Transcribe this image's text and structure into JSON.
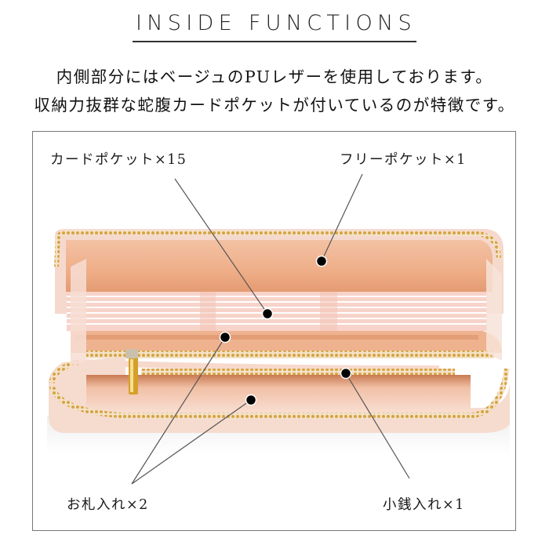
{
  "header": {
    "title": "INSIDE FUNCTIONS"
  },
  "intro": {
    "line1": "内側部分にはベージュのPUレザーを使用しております。",
    "line2": "収納力抜群な蛇腹カードポケットが付いているのが特徴です。"
  },
  "callouts": [
    {
      "id": "card-pocket",
      "label": "カードポケット×15"
    },
    {
      "id": "free-pocket",
      "label": "フリーポケット×1"
    },
    {
      "id": "bill-compartment",
      "label": "お札入れ×2"
    },
    {
      "id": "coin-purse",
      "label": "小銭入れ×1"
    }
  ],
  "colors": {
    "interior": "#f0b48e",
    "interior_dark": "#d98a62",
    "card_pink": "#f8d2c8",
    "zipper_gold": "#d9a441",
    "exterior": "#f6ddd2",
    "frame_border": "#777777",
    "marker": "#000000"
  }
}
